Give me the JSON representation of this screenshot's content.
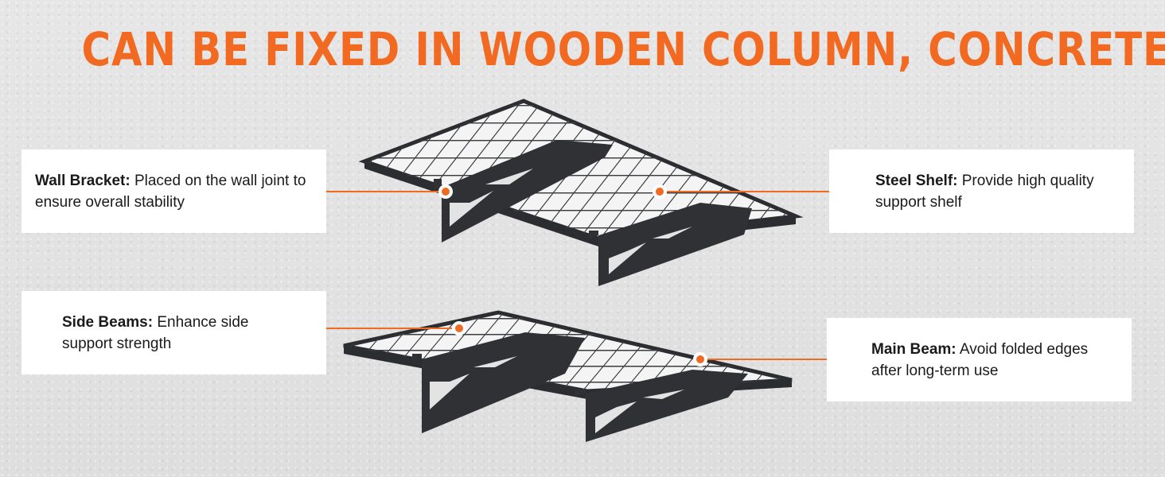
{
  "title": "CAN BE FIXED IN WOODEN COLUMN, CONCRETE",
  "callouts": {
    "wall_bracket": {
      "label": "Wall Bracket:",
      "text": " Placed on the wall joint to ensure overall stability"
    },
    "steel_shelf": {
      "label": "Steel Shelf:",
      "text": " Provide high quality support shelf"
    },
    "side_beams": {
      "label": "Side Beams:",
      "text": " Enhance side support strength"
    },
    "main_beam": {
      "label": "Main Beam:",
      "text": " Avoid folded edges after long-term use"
    }
  },
  "colors": {
    "accent": "#f26a21",
    "steel": "#2b2d31",
    "panel": "#ffffff"
  }
}
